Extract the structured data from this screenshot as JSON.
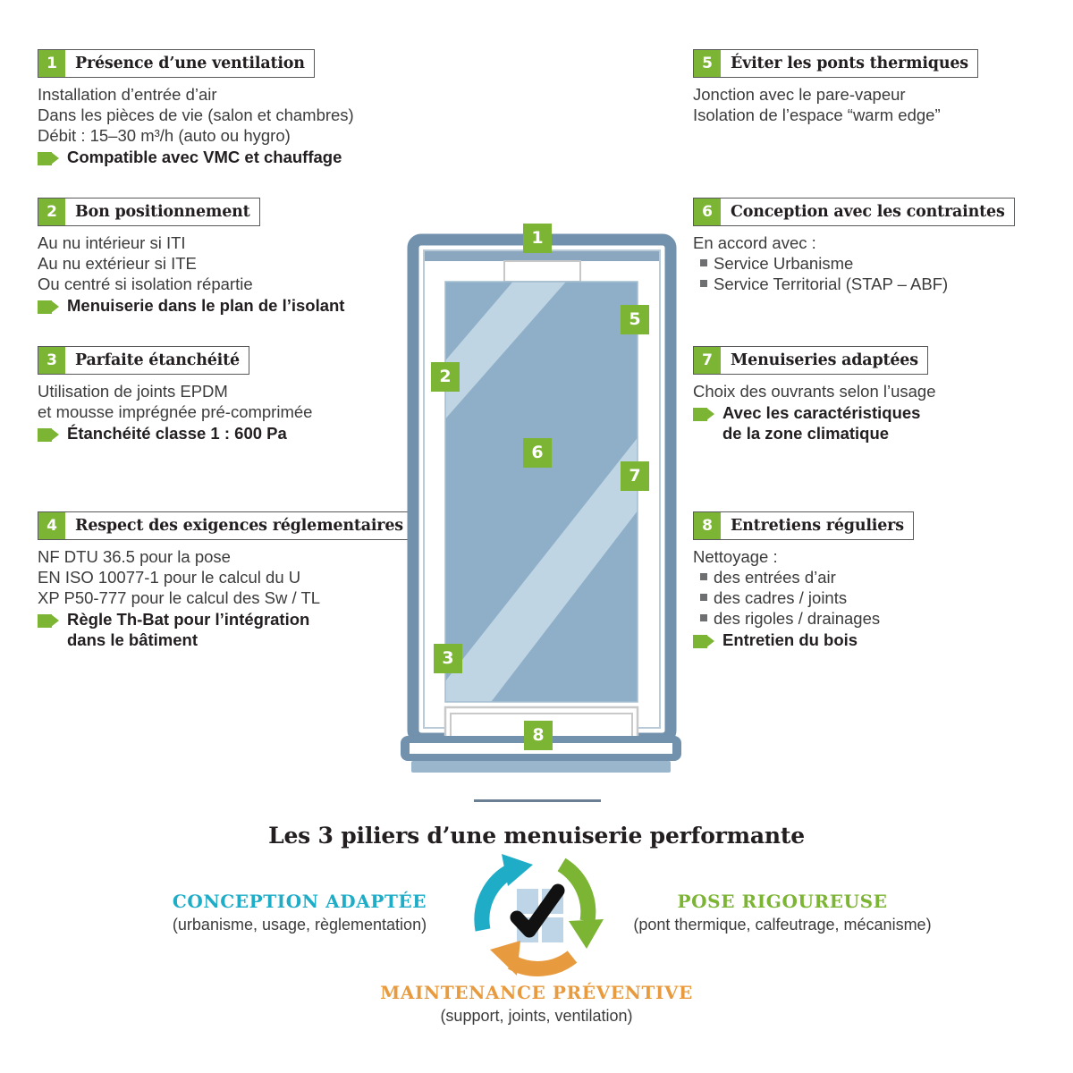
{
  "colors": {
    "green": "#7cb434",
    "cyan": "#1eacc7",
    "orange": "#e89b3e",
    "frame_blue": "#7191ad",
    "glass_blue": "#8fafc9",
    "glass_light": "#bfd5e3",
    "text": "#231f20"
  },
  "blocks": [
    {
      "number": "1",
      "title": "Présence d’une ventilation",
      "lines": [
        "Installation d’entrée d’air",
        "Dans les pièces de vie (salon et chambres)",
        "Débit : 15–30 m³/h (auto ou hygro)"
      ],
      "bullets": [],
      "flag": [
        "Compatible avec VMC et chauffage"
      ]
    },
    {
      "number": "2",
      "title": "Bon positionnement",
      "lines": [
        "Au nu intérieur si ITI",
        "Au nu extérieur si ITE",
        "Ou centré si isolation répartie"
      ],
      "bullets": [],
      "flag": [
        "Menuiserie dans le plan de l’isolant"
      ]
    },
    {
      "number": "3",
      "title": "Parfaite étanchéité",
      "lines": [
        "Utilisation de joints EPDM",
        "et mousse imprégnée pré-comprimée"
      ],
      "bullets": [],
      "flag": [
        "Étanchéité classe 1 : 600 Pa"
      ]
    },
    {
      "number": "4",
      "title": "Respect des exigences réglementaires",
      "lines": [
        "NF DTU 36.5 pour la pose",
        "EN ISO 10077-1 pour le calcul du U",
        "XP P50-777 pour le calcul des Sw / TL"
      ],
      "bullets": [],
      "flag": [
        "Règle Th-Bat pour l’intégration",
        "dans le bâtiment"
      ]
    },
    {
      "number": "5",
      "title": "Éviter les ponts thermiques",
      "lines": [
        "Jonction avec le pare-vapeur",
        "Isolation de l’espace “warm edge”"
      ],
      "bullets": [],
      "flag": []
    },
    {
      "number": "6",
      "title": "Conception avec les contraintes",
      "lines": [
        "En accord avec :"
      ],
      "bullets": [
        "Service Urbanisme",
        "Service Territorial (STAP – ABF)"
      ],
      "flag": []
    },
    {
      "number": "7",
      "title": "Menuiseries adaptées",
      "lines": [
        "Choix des ouvrants selon l’usage"
      ],
      "bullets": [],
      "flag": [
        "Avec les caractéristiques",
        "de la zone climatique"
      ]
    },
    {
      "number": "8",
      "title": "Entretiens réguliers",
      "lines": [
        "Nettoyage :"
      ],
      "bullets": [
        "des entrées d’air",
        "des cadres / joints",
        "des rigoles / drainages"
      ],
      "flag": [
        "Entretien du bois"
      ]
    }
  ],
  "diagram": {
    "badges": [
      "1",
      "2",
      "3",
      "5",
      "6",
      "7",
      "8"
    ]
  },
  "footer": {
    "subtitle": "Les 3 piliers d’une menuiserie performante",
    "pillars": [
      {
        "name": "CONCEPTION ADAPTÉE",
        "desc": "(urbanisme, usage, règlementation)",
        "color": "#1eacc7"
      },
      {
        "name": "POSE RIGOUREUSE",
        "desc": "(pont thermique, calfeutrage, mécanisme)",
        "color": "#7cb434"
      },
      {
        "name": "MAINTENANCE PRÉVENTIVE",
        "desc": "(support, joints, ventilation)",
        "color": "#e89b3e"
      }
    ]
  }
}
